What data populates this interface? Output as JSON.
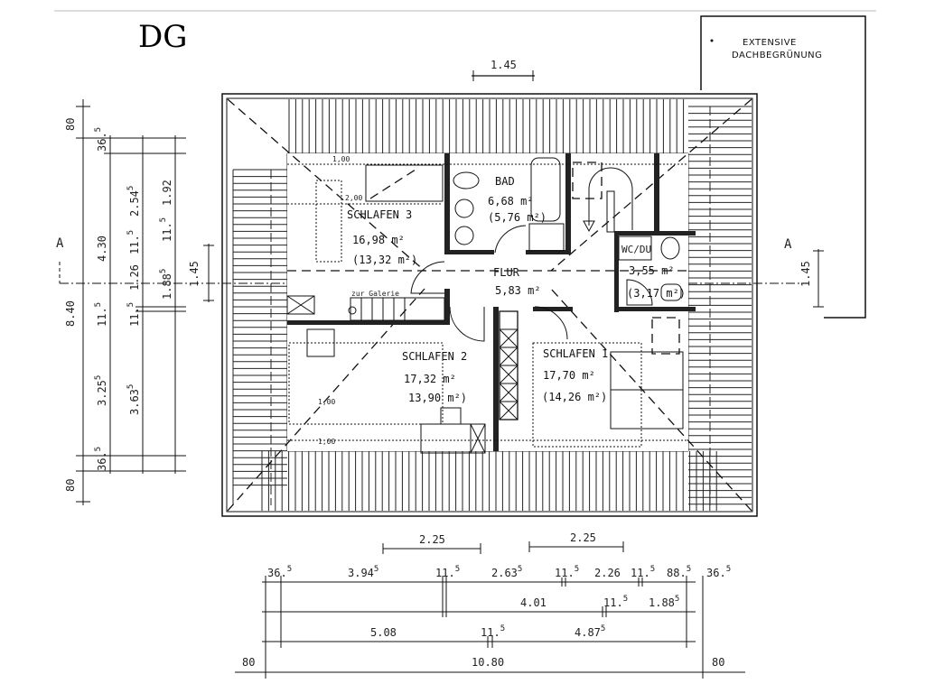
{
  "title": "DG",
  "note": {
    "line1": "EXTENSIVE",
    "line2": "DACHBEGRÜNUNG"
  },
  "section_marker": {
    "left": "A",
    "right": "A"
  },
  "rooms": [
    {
      "id": "schlafen3",
      "name": "SCHLAFEN 3",
      "area": "16,98 m²",
      "net_area": "(13,32 m²)"
    },
    {
      "id": "bad",
      "name": "BAD",
      "area": "6,68 m²",
      "net_area": "(5,76 m²)"
    },
    {
      "id": "flur",
      "name": "FLUR",
      "area": "5,83 m²",
      "net_area": ""
    },
    {
      "id": "wcdu",
      "name": "WC/DU",
      "area": "3,55 m²",
      "net_area": "(3,17 m²)"
    },
    {
      "id": "schlafen2",
      "name": "SCHLAFEN 2",
      "area": "17,32 m²",
      "net_area": "13,90 m²)"
    },
    {
      "id": "schlafen1",
      "name": "SCHLAFEN 1",
      "area": "17,70 m²",
      "net_area": "(14,26 m²)"
    }
  ],
  "annotations": {
    "galerie": "zur Galerie",
    "height_1": "1,00",
    "height_2": "2,00",
    "height_3": "1,00",
    "height_4": "1,00"
  },
  "dimensions": {
    "top_window": "1.45",
    "right_window": "1.45",
    "left_window": "1.45",
    "bottom": {
      "row0": [
        "2.25",
        "2.25"
      ],
      "row1": [
        {
          "v": "36.",
          "s": "5"
        },
        {
          "v": "3.94",
          "s": "5"
        },
        {
          "v": "11.",
          "s": "5"
        },
        {
          "v": "2.63",
          "s": "5"
        },
        {
          "v": "11.",
          "s": "5"
        },
        {
          "v": "2.26",
          "s": ""
        },
        {
          "v": "11.",
          "s": "5"
        },
        {
          "v": "88.",
          "s": "5"
        },
        {
          "v": "36.",
          "s": "5"
        }
      ],
      "row2": [
        {
          "v": "4.01",
          "s": ""
        },
        {
          "v": "11.",
          "s": "5"
        },
        {
          "v": "1.88",
          "s": "5"
        }
      ],
      "row3": [
        {
          "v": "5.08",
          "s": ""
        },
        {
          "v": "11.",
          "s": "5"
        },
        {
          "v": "4.87",
          "s": "5"
        }
      ],
      "row4": {
        "overhang_left": "80",
        "total": "10.80",
        "overhang_right": "80"
      }
    },
    "left": {
      "overhang_top": "80",
      "overhang_bottom": "80",
      "total": "8.40",
      "col1": [
        {
          "v": "36.",
          "s": "5"
        },
        {
          "v": "4.30",
          "s": ""
        },
        {
          "v": "11.",
          "s": "5"
        },
        {
          "v": "3.25",
          "s": "5"
        },
        {
          "v": "36.",
          "s": "5"
        }
      ],
      "col2": [
        {
          "v": "2.54",
          "s": "5"
        },
        {
          "v": "11.",
          "s": "5"
        },
        {
          "v": "1.26",
          "s": ""
        },
        {
          "v": "11.",
          "s": "5"
        },
        {
          "v": "3.63",
          "s": "5"
        }
      ],
      "col3": [
        {
          "v": "1.92",
          "s": ""
        },
        {
          "v": "11.",
          "s": "5"
        },
        {
          "v": "1.88",
          "s": "5"
        }
      ]
    }
  }
}
